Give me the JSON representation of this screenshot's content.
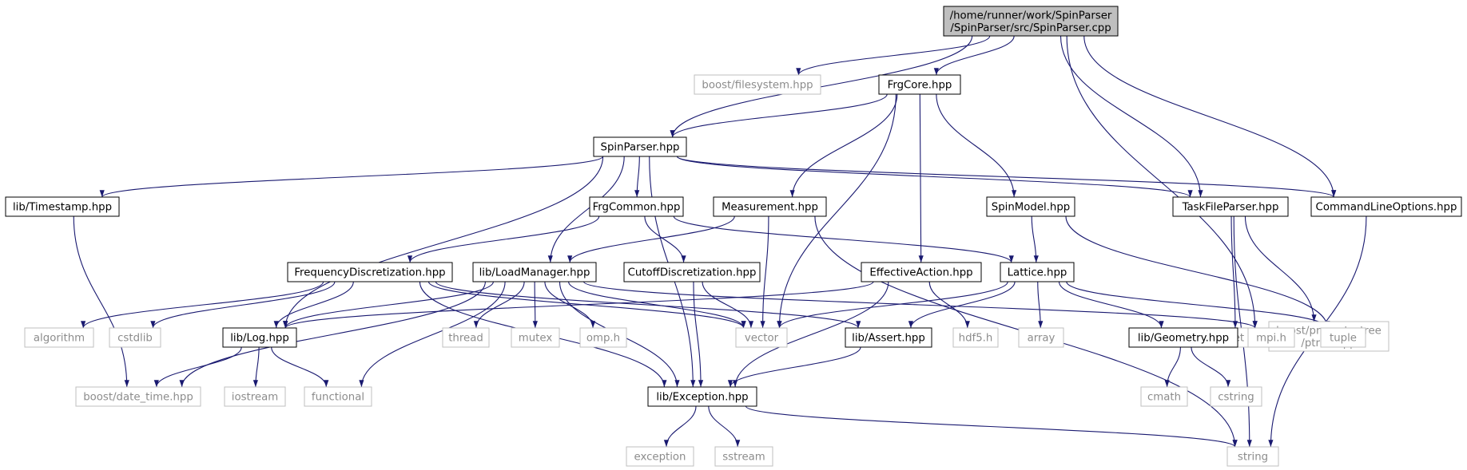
{
  "diagram": {
    "colors": {
      "edge": "#191970",
      "root_fill": "#bfbfbf",
      "local_border": "#000000",
      "external_border": "#bfbfbf",
      "external_text": "#8c8c8c"
    },
    "nodes": [
      {
        "id": "root",
        "lines": [
          "/home/runner/work/SpinParser",
          "/SpinParser/src/SpinParser.cpp"
        ],
        "kind": "root"
      },
      {
        "id": "boost_filesystem",
        "lines": [
          "boost/filesystem.hpp"
        ],
        "kind": "external"
      },
      {
        "id": "frgcore",
        "lines": [
          "FrgCore.hpp"
        ],
        "kind": "local"
      },
      {
        "id": "spinparser_hpp",
        "lines": [
          "SpinParser.hpp"
        ],
        "kind": "local"
      },
      {
        "id": "timestamp",
        "lines": [
          "lib/Timestamp.hpp"
        ],
        "kind": "local"
      },
      {
        "id": "frgcommon",
        "lines": [
          "FrgCommon.hpp"
        ],
        "kind": "local"
      },
      {
        "id": "measurement",
        "lines": [
          "Measurement.hpp"
        ],
        "kind": "local"
      },
      {
        "id": "spinmodel",
        "lines": [
          "SpinModel.hpp"
        ],
        "kind": "local"
      },
      {
        "id": "taskfileparser",
        "lines": [
          "TaskFileParser.hpp"
        ],
        "kind": "local"
      },
      {
        "id": "commandline",
        "lines": [
          "CommandLineOptions.hpp"
        ],
        "kind": "local"
      },
      {
        "id": "freqdisc",
        "lines": [
          "FrequencyDiscretization.hpp"
        ],
        "kind": "local"
      },
      {
        "id": "loadmanager",
        "lines": [
          "lib/LoadManager.hpp"
        ],
        "kind": "local"
      },
      {
        "id": "cutoffdisc",
        "lines": [
          "CutoffDiscretization.hpp"
        ],
        "kind": "local"
      },
      {
        "id": "effaction",
        "lines": [
          "EffectiveAction.hpp"
        ],
        "kind": "local"
      },
      {
        "id": "lattice",
        "lines": [
          "Lattice.hpp"
        ],
        "kind": "local"
      },
      {
        "id": "set",
        "lines": [
          "set"
        ],
        "kind": "external"
      },
      {
        "id": "ptree",
        "lines": [
          "boost/property_tree",
          "/ptree.hpp"
        ],
        "kind": "external"
      },
      {
        "id": "algorithm",
        "lines": [
          "algorithm"
        ],
        "kind": "external"
      },
      {
        "id": "cstdlib",
        "lines": [
          "cstdlib"
        ],
        "kind": "external"
      },
      {
        "id": "log",
        "lines": [
          "lib/Log.hpp"
        ],
        "kind": "local"
      },
      {
        "id": "thread",
        "lines": [
          "thread"
        ],
        "kind": "external"
      },
      {
        "id": "mutex",
        "lines": [
          "mutex"
        ],
        "kind": "external"
      },
      {
        "id": "omp",
        "lines": [
          "omp.h"
        ],
        "kind": "external"
      },
      {
        "id": "vector",
        "lines": [
          "vector"
        ],
        "kind": "external"
      },
      {
        "id": "assert",
        "lines": [
          "lib/Assert.hpp"
        ],
        "kind": "local"
      },
      {
        "id": "hdf5",
        "lines": [
          "hdf5.h"
        ],
        "kind": "external"
      },
      {
        "id": "array",
        "lines": [
          "array"
        ],
        "kind": "external"
      },
      {
        "id": "geometry",
        "lines": [
          "lib/Geometry.hpp"
        ],
        "kind": "local"
      },
      {
        "id": "mpi",
        "lines": [
          "mpi.h"
        ],
        "kind": "external"
      },
      {
        "id": "tuple",
        "lines": [
          "tuple"
        ],
        "kind": "external"
      },
      {
        "id": "date_time",
        "lines": [
          "boost/date_time.hpp"
        ],
        "kind": "external"
      },
      {
        "id": "iostream",
        "lines": [
          "iostream"
        ],
        "kind": "external"
      },
      {
        "id": "functional",
        "lines": [
          "functional"
        ],
        "kind": "external"
      },
      {
        "id": "exception_hpp",
        "lines": [
          "lib/Exception.hpp"
        ],
        "kind": "local"
      },
      {
        "id": "cmath",
        "lines": [
          "cmath"
        ],
        "kind": "external"
      },
      {
        "id": "cstring",
        "lines": [
          "cstring"
        ],
        "kind": "external"
      },
      {
        "id": "exception",
        "lines": [
          "exception"
        ],
        "kind": "external"
      },
      {
        "id": "sstream",
        "lines": [
          "sstream"
        ],
        "kind": "external"
      },
      {
        "id": "string",
        "lines": [
          "string"
        ],
        "kind": "external"
      }
    ],
    "edges": [
      [
        "root",
        "boost_filesystem"
      ],
      [
        "root",
        "frgcore"
      ],
      [
        "root",
        "spinparser_hpp"
      ],
      [
        "root",
        "mpi"
      ],
      [
        "root",
        "taskfileparser"
      ],
      [
        "root",
        "commandline"
      ],
      [
        "frgcore",
        "spinparser_hpp"
      ],
      [
        "frgcore",
        "measurement"
      ],
      [
        "frgcore",
        "vector"
      ],
      [
        "frgcore",
        "effaction"
      ],
      [
        "frgcore",
        "spinmodel"
      ],
      [
        "spinparser_hpp",
        "timestamp"
      ],
      [
        "spinparser_hpp",
        "log"
      ],
      [
        "spinparser_hpp",
        "exception_hpp"
      ],
      [
        "spinparser_hpp",
        "loadmanager"
      ],
      [
        "spinparser_hpp",
        "frgcommon"
      ],
      [
        "spinparser_hpp",
        "taskfileparser"
      ],
      [
        "spinparser_hpp",
        "commandline"
      ],
      [
        "timestamp",
        "date_time"
      ],
      [
        "frgcommon",
        "freqdisc"
      ],
      [
        "frgcommon",
        "cutoffdisc"
      ],
      [
        "frgcommon",
        "lattice"
      ],
      [
        "measurement",
        "loadmanager"
      ],
      [
        "measurement",
        "vector"
      ],
      [
        "measurement",
        "string"
      ],
      [
        "spinmodel",
        "lattice"
      ],
      [
        "spinmodel",
        "tuple"
      ],
      [
        "taskfileparser",
        "set"
      ],
      [
        "taskfileparser",
        "ptree"
      ],
      [
        "taskfileparser",
        "string"
      ],
      [
        "commandline",
        "string"
      ],
      [
        "freqdisc",
        "algorithm"
      ],
      [
        "freqdisc",
        "cstdlib"
      ],
      [
        "freqdisc",
        "log"
      ],
      [
        "freqdisc",
        "exception_hpp"
      ],
      [
        "freqdisc",
        "vector"
      ],
      [
        "freqdisc",
        "assert"
      ],
      [
        "loadmanager",
        "date_time"
      ],
      [
        "loadmanager",
        "log"
      ],
      [
        "loadmanager",
        "functional"
      ],
      [
        "loadmanager",
        "thread"
      ],
      [
        "loadmanager",
        "mutex"
      ],
      [
        "loadmanager",
        "omp"
      ],
      [
        "loadmanager",
        "vector"
      ],
      [
        "loadmanager",
        "exception_hpp"
      ],
      [
        "loadmanager",
        "mpi"
      ],
      [
        "cutoffdisc",
        "vector"
      ],
      [
        "cutoffdisc",
        "exception_hpp"
      ],
      [
        "effaction",
        "log"
      ],
      [
        "effaction",
        "exception_hpp"
      ],
      [
        "effaction",
        "hdf5"
      ],
      [
        "lattice",
        "vector"
      ],
      [
        "lattice",
        "assert"
      ],
      [
        "lattice",
        "array"
      ],
      [
        "lattice",
        "geometry"
      ],
      [
        "lattice",
        "tuple"
      ],
      [
        "log",
        "date_time"
      ],
      [
        "log",
        "iostream"
      ],
      [
        "log",
        "functional"
      ],
      [
        "assert",
        "exception_hpp"
      ],
      [
        "geometry",
        "cmath"
      ],
      [
        "geometry",
        "cstring"
      ],
      [
        "exception_hpp",
        "exception"
      ],
      [
        "exception_hpp",
        "sstream"
      ],
      [
        "exception_hpp",
        "string"
      ]
    ]
  }
}
